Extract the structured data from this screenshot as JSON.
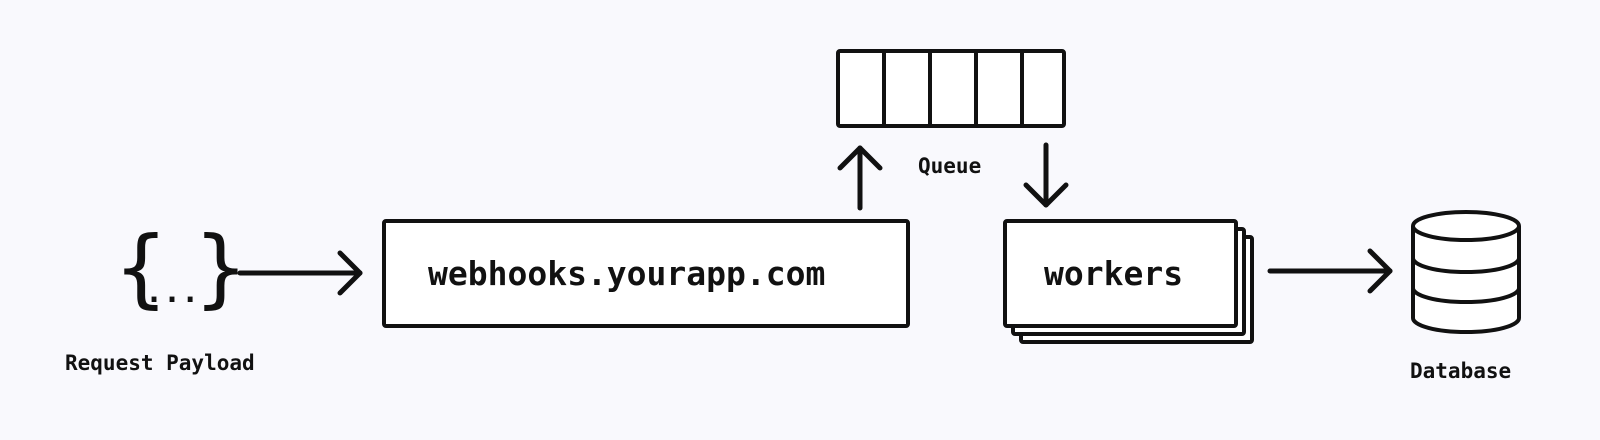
{
  "request": {
    "label": "Request Payload",
    "brace_open": "{",
    "brace_close": "}",
    "ellipsis": "..."
  },
  "endpoint": {
    "label": "webhooks.yourapp.com"
  },
  "queue": {
    "label": "Queue",
    "slots": 5
  },
  "workers": {
    "label": "workers"
  },
  "database": {
    "label": "Database",
    "icon": "database-icon"
  },
  "colors": {
    "background": "#f9f9fd",
    "stroke": "#111111",
    "fill": "#ffffff"
  }
}
